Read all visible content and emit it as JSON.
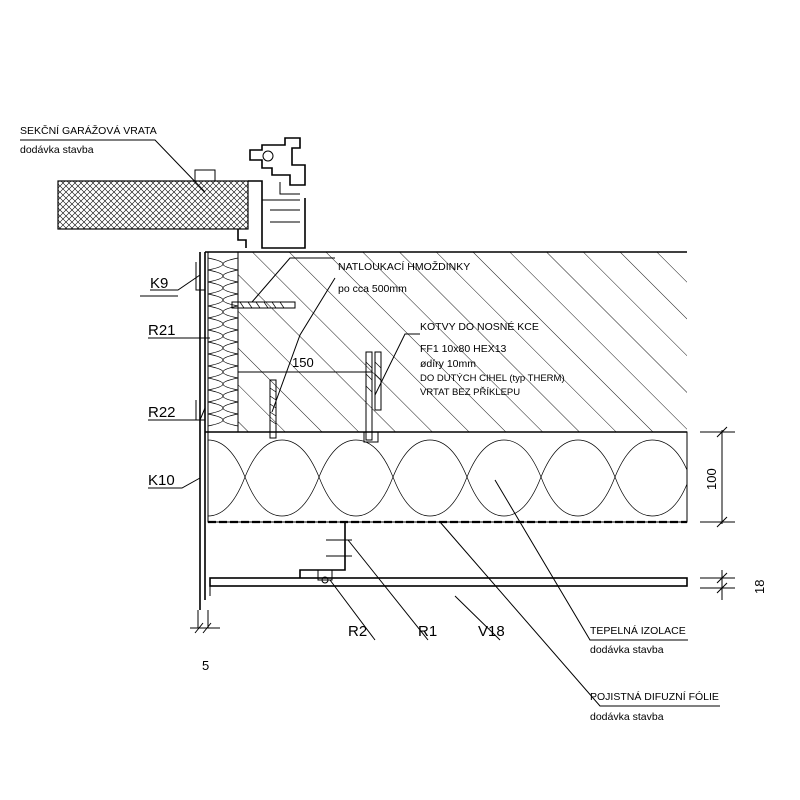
{
  "labels": {
    "garage_door_title": "SEKČNÍ GARÁŽOVÁ VRATA",
    "garage_door_supply": "dodávka stavba",
    "dowels_title": "NATLOUKACÍ HMOŽDINKY",
    "dowels_spacing": "po cca 500mm",
    "anchors_title": "KOTVY DO NOSNÉ KCE",
    "anchors_line1": "FF1 10x80 HEX13",
    "anchors_line2": "ødíry 10mm",
    "anchors_line3": "DO DUTÝCH CIHEL (typ THERM)",
    "anchors_line4": "VRTAT BEZ PŘÍKLEPU",
    "insulation_title": "TEPELNÁ IZOLACE",
    "insulation_supply": "dodávka stavba",
    "foil_title": "POJISTNÁ DIFUZNÍ FÓLIE",
    "foil_supply": "dodávka stavba"
  },
  "codes": {
    "k9": "K9",
    "r21": "R21",
    "r22": "R22",
    "k10": "K10",
    "r2": "R2",
    "r1": "R1",
    "v18": "V18"
  },
  "dimensions": {
    "d150": "150",
    "d100": "100",
    "d18": "18",
    "d5": "5"
  }
}
